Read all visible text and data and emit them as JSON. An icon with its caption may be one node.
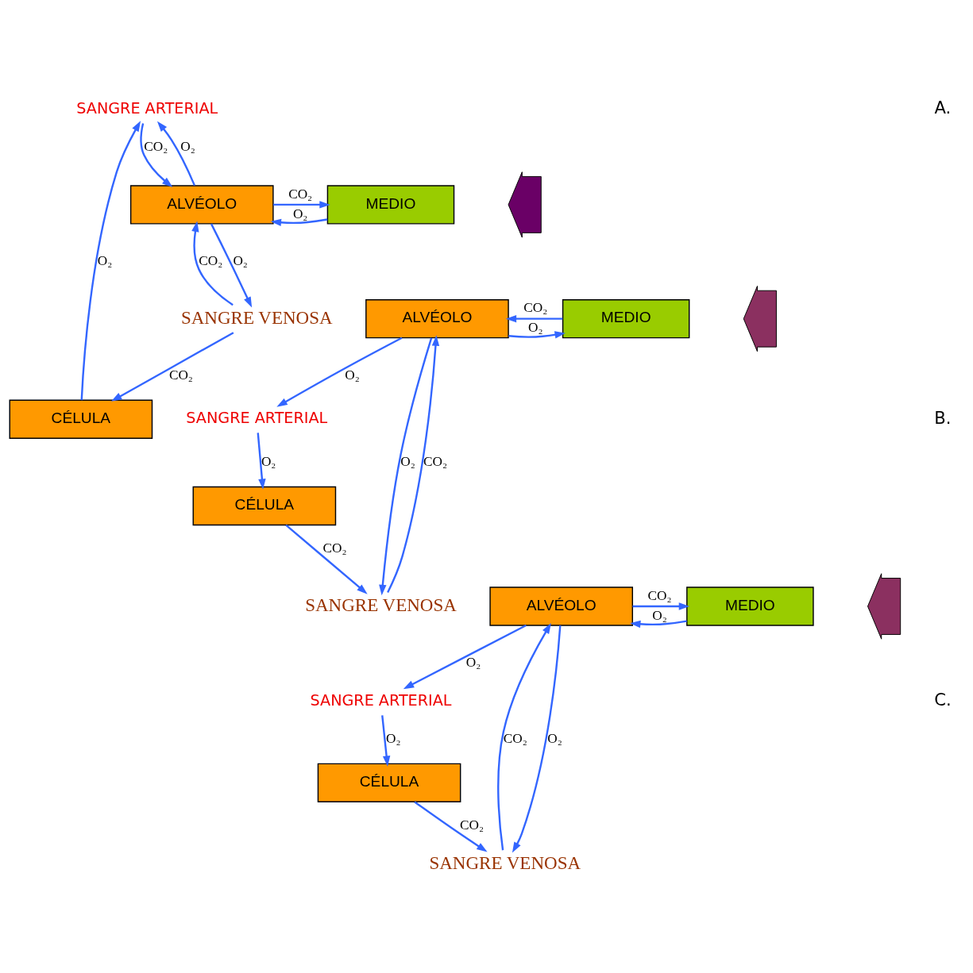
{
  "diagram": {
    "nodes": [
      {
        "text": [
          "SANGRE ARTERIAL"
        ]
      },
      {
        "text": [
          "ALVÉOLO"
        ]
      },
      {
        "text": [
          "CÉLULA"
        ]
      },
      {
        "text": [],
        "shape": "arrow"
      },
      {
        "text": [
          "MEDIO"
        ]
      },
      {
        "text": [
          "SANGRE VENOSA"
        ]
      },
      {
        "text": [
          "SANGRE ARTERIAL"
        ]
      },
      {
        "text": [
          "ALVÉOLO"
        ]
      },
      {
        "text": [
          "CÉLULA"
        ]
      },
      {
        "text": [],
        "shape": "arrow"
      },
      {
        "text": [
          "MEDIO"
        ]
      },
      {
        "text": [
          "SANGRE VENOSA"
        ]
      },
      {
        "text": [
          "SANGRE ARTERIAL"
        ]
      },
      {
        "text": [
          "ALVÉOLO"
        ]
      },
      {
        "text": [
          "CÉLULA"
        ]
      },
      {
        "text": [],
        "shape": "arrow"
      },
      {
        "text": [
          "MEDIO"
        ]
      },
      {
        "text": [
          "SANGRE VENOSA"
        ]
      }
    ],
    "edges": [
      {
        "from": 4,
        "to": 1,
        "arrow": "to",
        "label": "O₂"
      },
      {
        "from": 1,
        "to": 4,
        "arrow": "to",
        "label": "CO₂"
      },
      {
        "from": 0,
        "to": 1,
        "arrow": "to",
        "label": "CO₂"
      },
      {
        "from": 1,
        "to": 0,
        "arrow": "to",
        "label": "O₂"
      },
      {
        "from": 2,
        "to": 0,
        "arrow": "to",
        "label": "O₂"
      },
      {
        "from": 5,
        "to": 1,
        "arrow": "to",
        "label": "CO₂"
      },
      {
        "from": 1,
        "to": 5,
        "arrow": "to",
        "label": "O₂"
      },
      {
        "from": 5,
        "to": 2,
        "arrow": "to",
        "label": "CO₂"
      },
      {
        "from": 10,
        "to": 7,
        "arrow": "to",
        "label": "CO₂"
      },
      {
        "from": 7,
        "to": 10,
        "arrow": "to",
        "label": "O₂"
      },
      {
        "from": 7,
        "to": 6,
        "arrow": "to",
        "label": "O₂"
      },
      {
        "from": 6,
        "to": 8,
        "arrow": "to",
        "label": "O₂"
      },
      {
        "from": 11,
        "to": 7,
        "arrow": "to",
        "label": "CO₂"
      },
      {
        "from": 7,
        "to": 11,
        "arrow": "to",
        "label": "O₂"
      },
      {
        "from": 8,
        "to": 11,
        "arrow": "to",
        "label": "CO₂"
      },
      {
        "from": 16,
        "to": 13,
        "arrow": "to",
        "label": "O₂"
      },
      {
        "from": 13,
        "to": 16,
        "arrow": "to",
        "label": "CO₂"
      },
      {
        "from": 13,
        "to": 12,
        "arrow": "to",
        "label": "O₂"
      },
      {
        "from": 12,
        "to": 14,
        "arrow": "to",
        "label": "O₂"
      },
      {
        "from": 17,
        "to": 13,
        "arrow": "to",
        "label": "CO₂"
      },
      {
        "from": 13,
        "to": 17,
        "arrow": "to",
        "label": "O₂"
      },
      {
        "from": 14,
        "to": 17,
        "arrow": "to",
        "label": "CO₂"
      }
    ],
    "labels": [
      "A.",
      "B.",
      "C."
    ]
  }
}
